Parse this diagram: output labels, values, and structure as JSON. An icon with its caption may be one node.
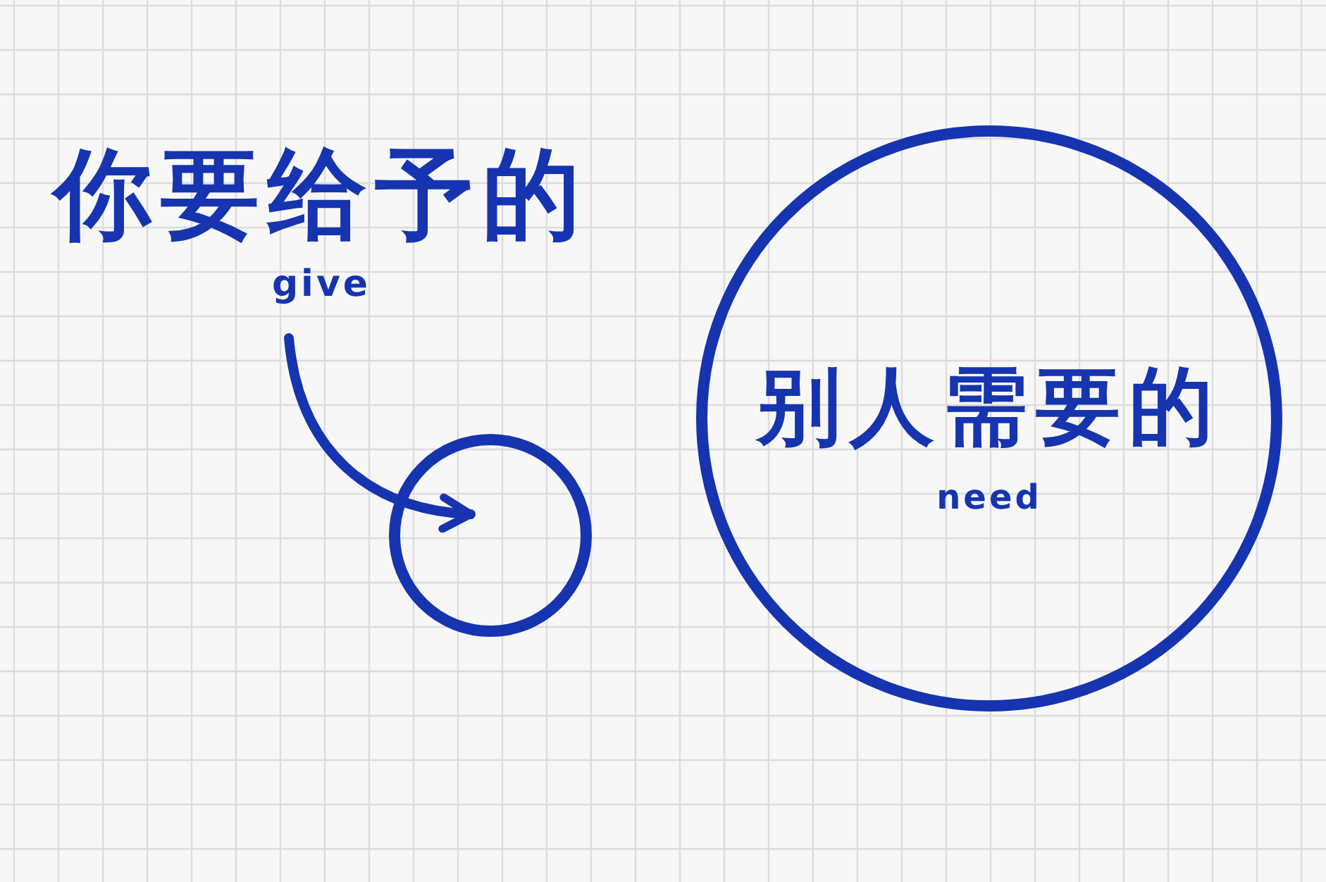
{
  "diagram": {
    "nodes": [
      {
        "text": [
          "你要给予的",
          "give"
        ]
      },
      {
        "text": [],
        "shape": "circle"
      },
      {
        "text": [
          "别人需要的",
          "need"
        ]
      }
    ],
    "edges": [
      {
        "from": 0,
        "to": 1,
        "arrow": "to"
      }
    ]
  }
}
